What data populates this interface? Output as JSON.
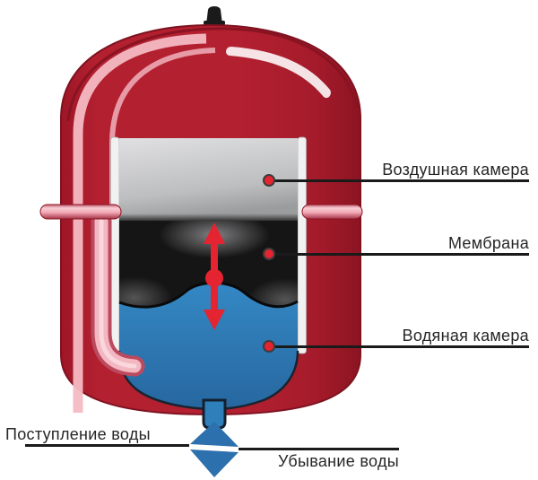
{
  "diagram": {
    "kind": "membrane-expansion-tank-cutaway",
    "callouts": [
      {
        "id": "air-chamber",
        "label": "Воздушная камера"
      },
      {
        "id": "membrane",
        "label": "Мембрана"
      },
      {
        "id": "water-chamber",
        "label": "Водяная камера"
      }
    ],
    "flow_labels": [
      {
        "id": "water-inflow",
        "label": "Поступление воды"
      },
      {
        "id": "water-outflow",
        "label": "Убывание воды"
      }
    ]
  },
  "icons": {
    "air_valve": "black-valve-nipple",
    "flow_diamond": "split-blue-diamond",
    "callout_dot": "red-dot-marker",
    "membrane_arrows": "red-double-vertical-arrow"
  },
  "colors": {
    "tank_red": "#B32030",
    "tank_red_dark": "#7E1220",
    "highlight_pink": "#F4BAC4",
    "pipe_pink": "#F0A9B5",
    "air_gray_light": "#E0E0E2",
    "air_gray_dark": "#9B9C9E",
    "membrane_black": "#151515",
    "water_blue": "#2E7FBA",
    "water_blue_deep": "#2767A0",
    "arrow_red": "#E42430",
    "diamond_blue": "#2C70AD",
    "leader_line": "#1A1A1A",
    "text": "#262626"
  }
}
